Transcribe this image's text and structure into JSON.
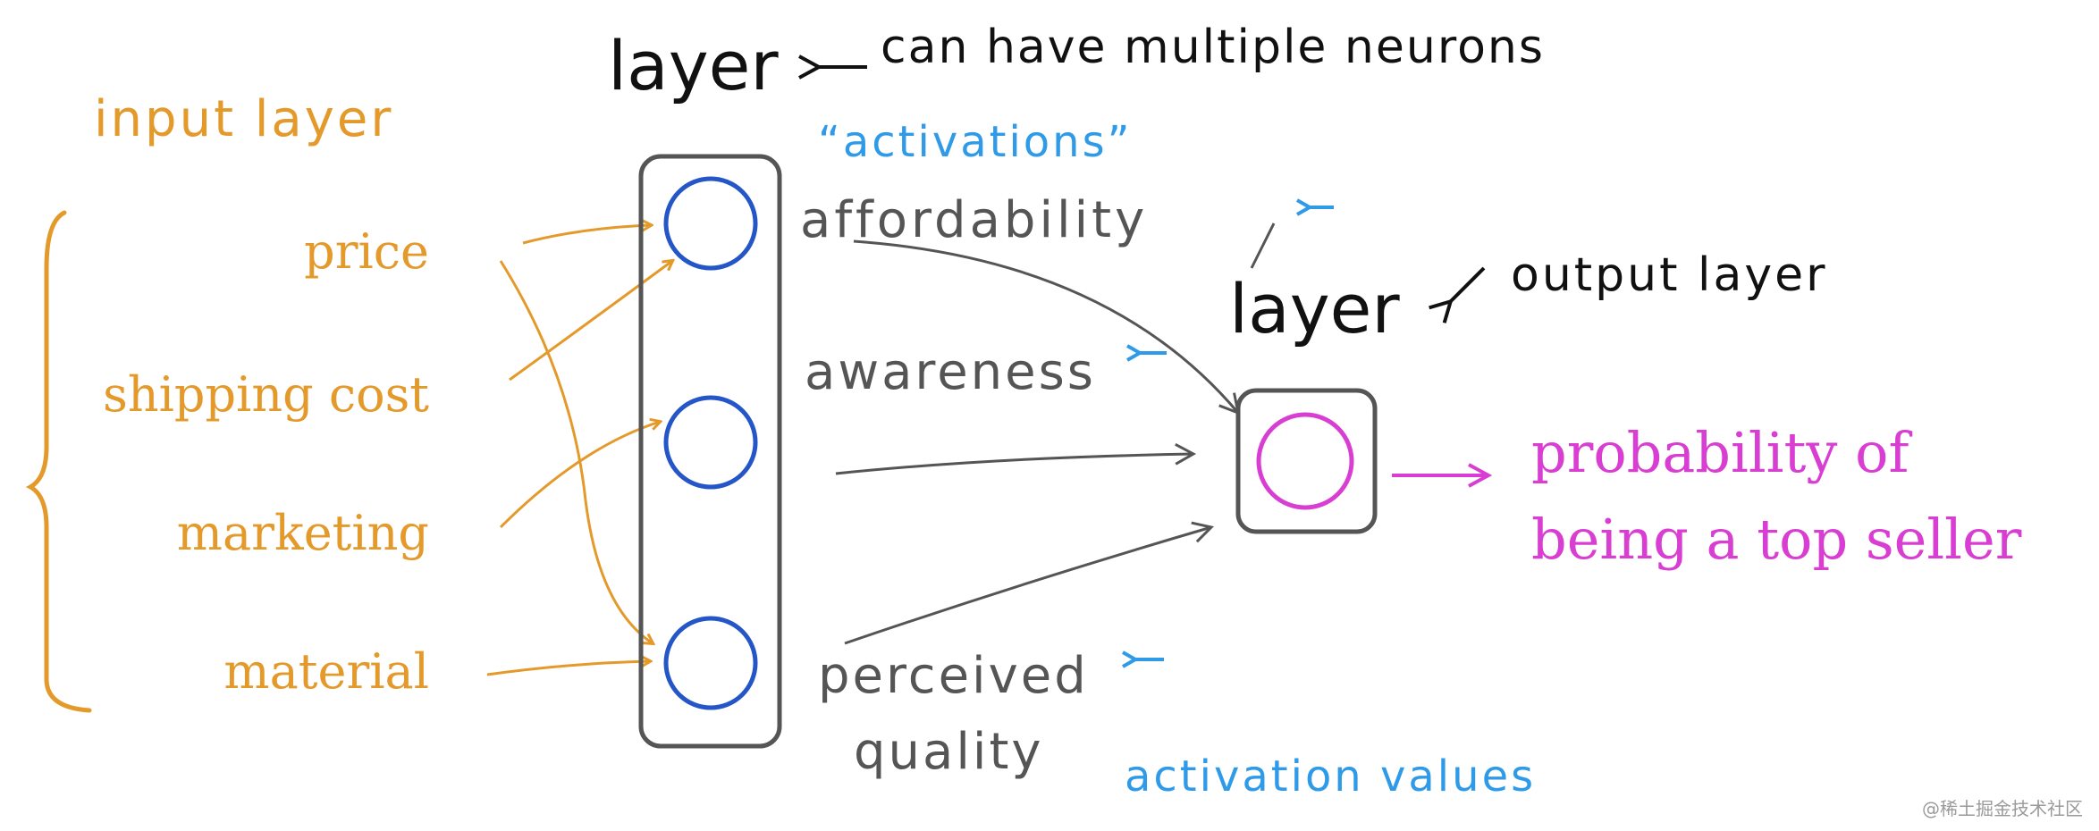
{
  "colors": {
    "input": "#e49a2b",
    "hidden_neuron": "#2456c8",
    "output_neuron": "#d93ed2",
    "annotation_blue": "#2f9be8",
    "ink": "#111111",
    "gray": "#555555",
    "box": "#555555"
  },
  "labels": {
    "input_layer_title": "input layer",
    "hidden_layer_title": "layer",
    "hidden_layer_note": "can have multiple neurons",
    "activations_quote": "“activations”",
    "output_layer_title": "layer",
    "output_layer_note": "output layer",
    "activation_values": "activation values",
    "output_description_line1": "probability of",
    "output_description_line2": "being a top seller"
  },
  "inputs": [
    "price",
    "shipping cost",
    "marketing",
    "material"
  ],
  "hidden_activations": [
    [
      "affordability"
    ],
    [
      "awareness"
    ],
    [
      "perceived",
      "quality"
    ]
  ],
  "watermark": "@稀土掘金技术社区"
}
